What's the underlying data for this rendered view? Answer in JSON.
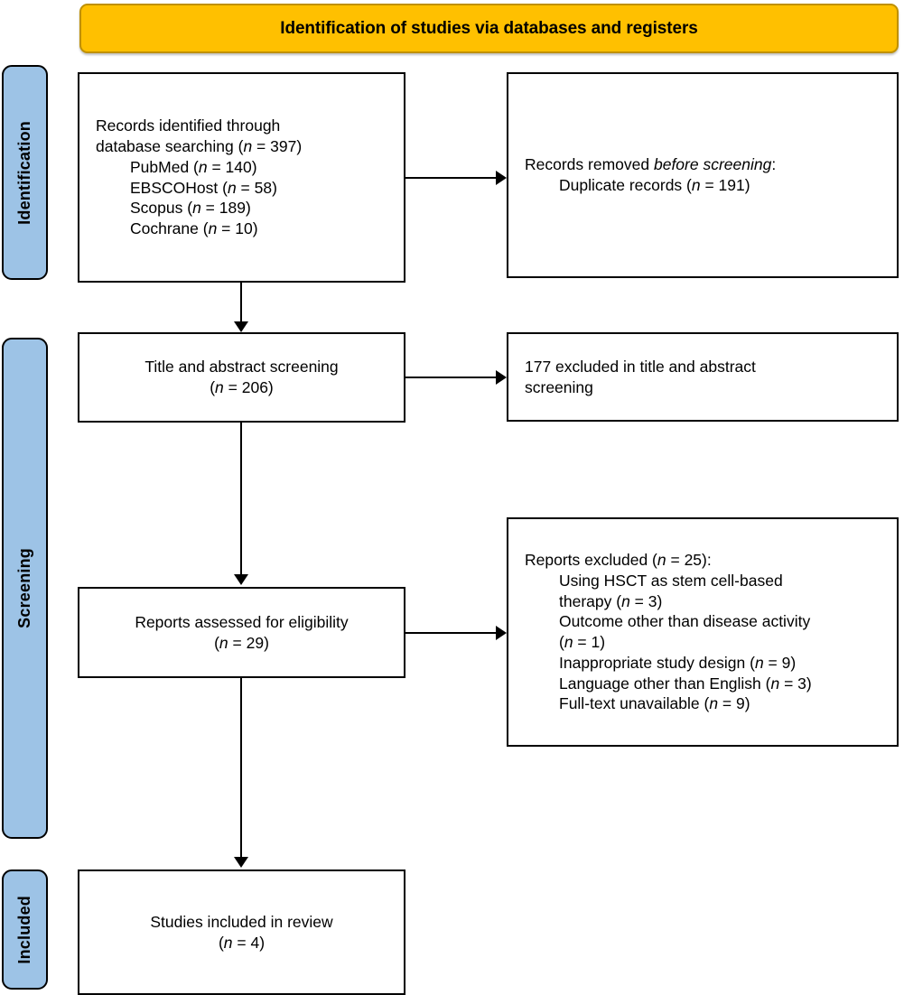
{
  "banner": {
    "title": "Identification of studies via databases and registers",
    "background_color": "#FFC000",
    "border_color": "#BF9000"
  },
  "phases": {
    "background_color": "#9DC3E6",
    "identification": "Identification",
    "screening": "Screening",
    "included": "Included"
  },
  "boxes": {
    "records_identified": {
      "line1": "Records identified through",
      "line2_prefix": "database searching (",
      "line2_n": "n",
      "line2_suffix": " = 397)",
      "sources": [
        {
          "name": "PubMed (",
          "n": "n",
          "value": " = 140)"
        },
        {
          "name": "EBSCOHost (",
          "n": "n",
          "value": " = 58)"
        },
        {
          "name": "Scopus (",
          "n": "n",
          "value": " = 189)"
        },
        {
          "name": "Cochrane (",
          "n": "n",
          "value": " = 10)"
        }
      ]
    },
    "records_removed": {
      "line1_prefix": "Records removed ",
      "line1_italic": "before screening",
      "line1_suffix": ":",
      "line2_prefix": "Duplicate records (",
      "line2_n": "n",
      "line2_suffix": " = 191)"
    },
    "title_abstract_screening": {
      "line1": "Title and abstract screening",
      "line2_prefix": "(",
      "line2_n": "n",
      "line2_suffix": " = 206)"
    },
    "excluded_title_abstract": {
      "line1": "177 excluded in title and abstract",
      "line2": "screening"
    },
    "reports_eligibility": {
      "line1": "Reports assessed for eligibility",
      "line2_prefix": "(",
      "line2_n": "n",
      "line2_suffix": " = 29)"
    },
    "reports_excluded": {
      "header_prefix": "Reports excluded (",
      "header_n": "n",
      "header_suffix": " = 25):",
      "reasons": [
        {
          "text": "Using HSCT as stem cell-based"
        },
        {
          "text": "therapy (",
          "n": "n",
          "value": " = 3)"
        },
        {
          "text": "Outcome other than disease activity"
        },
        {
          "text": "(",
          "n": "n",
          "value": " = 1)"
        },
        {
          "text": "Inappropriate study design (",
          "n": "n",
          "value": " = 9)"
        },
        {
          "text": "Language other than English (",
          "n": "n",
          "value": " = 3)"
        },
        {
          "text": "Full-text unavailable (",
          "n": "n",
          "value": " = 9)"
        }
      ]
    },
    "studies_included": {
      "line1": "Studies included in review",
      "line2_prefix": "(",
      "line2_n": "n",
      "line2_suffix": " = 4)"
    }
  },
  "chart_data": {
    "type": "diagram",
    "title": "Identification of studies via databases and registers",
    "diagram_kind": "PRISMA flow diagram",
    "phases": [
      "Identification",
      "Screening",
      "Included"
    ],
    "nodes": [
      {
        "id": "records_identified",
        "phase": "Identification",
        "column": "left",
        "label": "Records identified through database searching",
        "n": 397,
        "breakdown": [
          {
            "source": "PubMed",
            "n": 140
          },
          {
            "source": "EBSCOHost",
            "n": 58
          },
          {
            "source": "Scopus",
            "n": 189
          },
          {
            "source": "Cochrane",
            "n": 10
          }
        ]
      },
      {
        "id": "records_removed",
        "phase": "Identification",
        "column": "right",
        "label": "Records removed before screening: Duplicate records",
        "n": 191
      },
      {
        "id": "title_abstract_screening",
        "phase": "Screening",
        "column": "left",
        "label": "Title and abstract screening",
        "n": 206
      },
      {
        "id": "excluded_title_abstract",
        "phase": "Screening",
        "column": "right",
        "label": "excluded in title and abstract screening",
        "n": 177
      },
      {
        "id": "reports_eligibility",
        "phase": "Screening",
        "column": "left",
        "label": "Reports assessed for eligibility",
        "n": 29
      },
      {
        "id": "reports_excluded",
        "phase": "Screening",
        "column": "right",
        "label": "Reports excluded",
        "n": 25,
        "breakdown": [
          {
            "reason": "Using HSCT as stem cell-based therapy",
            "n": 3
          },
          {
            "reason": "Outcome other than disease activity",
            "n": 1
          },
          {
            "reason": "Inappropriate study design",
            "n": 9
          },
          {
            "reason": "Language other than English",
            "n": 3
          },
          {
            "reason": "Full-text unavailable",
            "n": 9
          }
        ]
      },
      {
        "id": "studies_included",
        "phase": "Included",
        "column": "left",
        "label": "Studies included in review",
        "n": 4
      }
    ],
    "edges": [
      {
        "from": "records_identified",
        "to": "records_removed",
        "direction": "right"
      },
      {
        "from": "records_identified",
        "to": "title_abstract_screening",
        "direction": "down"
      },
      {
        "from": "title_abstract_screening",
        "to": "excluded_title_abstract",
        "direction": "right"
      },
      {
        "from": "title_abstract_screening",
        "to": "reports_eligibility",
        "direction": "down"
      },
      {
        "from": "reports_eligibility",
        "to": "reports_excluded",
        "direction": "right"
      },
      {
        "from": "reports_eligibility",
        "to": "studies_included",
        "direction": "down"
      }
    ]
  }
}
